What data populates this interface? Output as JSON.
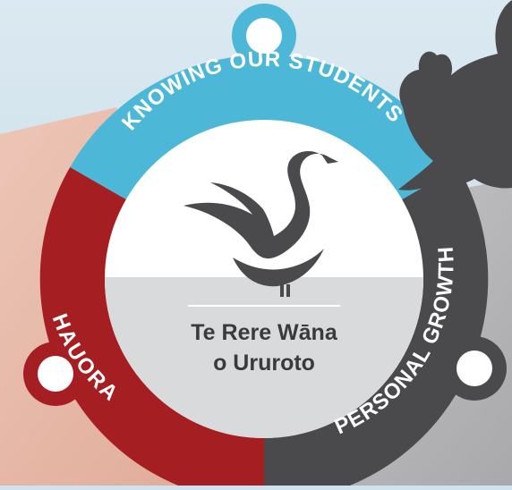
{
  "emblem": {
    "segments": [
      {
        "id": "knowing",
        "label": "KNOWING OUR STUDENTS",
        "color": "#4db7d8"
      },
      {
        "id": "hauora",
        "label": "HAUORA",
        "color": "#a51e22"
      },
      {
        "id": "growth",
        "label": "PERSONAL GROWTH",
        "color": "#4a4a4c"
      }
    ],
    "center_title_line1": "Te Rere Wāna",
    "center_title_line2": "o Ururoto",
    "colors": {
      "center_fill": "#ffffff",
      "water_fill": "#d9dadb",
      "bird": "#4a4a4c",
      "text_dark": "#3a3a3c",
      "sky_top": "#dbe9f1",
      "sky_bottom": "#bcd6e4",
      "left_tint": "#e8b9a9",
      "right_tint": "#b9b9bb"
    },
    "icons": [
      "swan-icon",
      "flying-bird-icon"
    ]
  }
}
